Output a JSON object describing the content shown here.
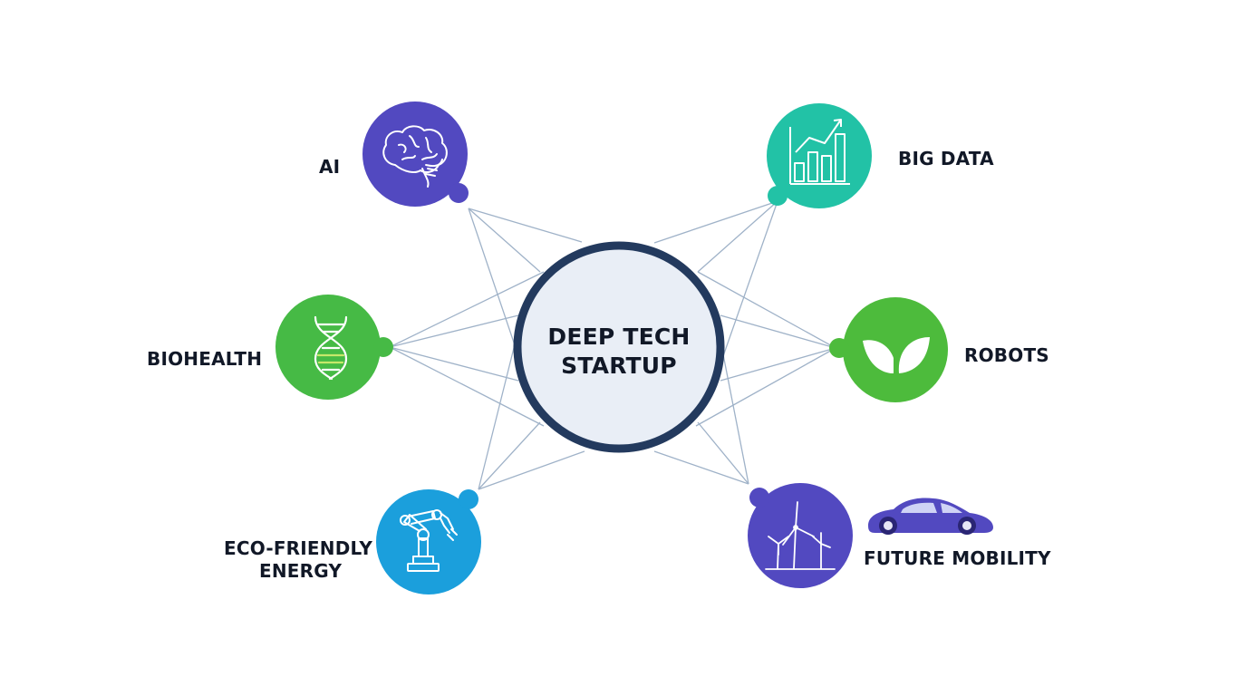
{
  "center": {
    "line1": "DEEP TECH",
    "line2": "STARTUP"
  },
  "colors": {
    "ring": "#233a5e",
    "center_fill": "#e9eef6",
    "connector": "#9fb2c8",
    "ai": "#5249c0",
    "big_data": "#22c2a6",
    "biohealth": "#46ba45",
    "robots": "#4dbb3c",
    "energy": "#1b9fdc",
    "mobility": "#5249c0"
  },
  "nodes": {
    "ai": {
      "label": "AI",
      "icon": "brain-icon"
    },
    "big_data": {
      "label": "BIG DATA",
      "icon": "bar-chart-icon"
    },
    "biohealth": {
      "label": "BIOHEALTH",
      "icon": "dna-icon"
    },
    "robots": {
      "label": "ROBOTS",
      "icon": "leaves-icon"
    },
    "energy": {
      "label_line1": "ECO-FRIENDLY",
      "label_line2": "ENERGY",
      "icon": "robot-arm-icon"
    },
    "mobility": {
      "label": "FUTURE MOBILITY",
      "icon": "wind-turbine-icon",
      "extra_icon": "car-icon"
    }
  }
}
